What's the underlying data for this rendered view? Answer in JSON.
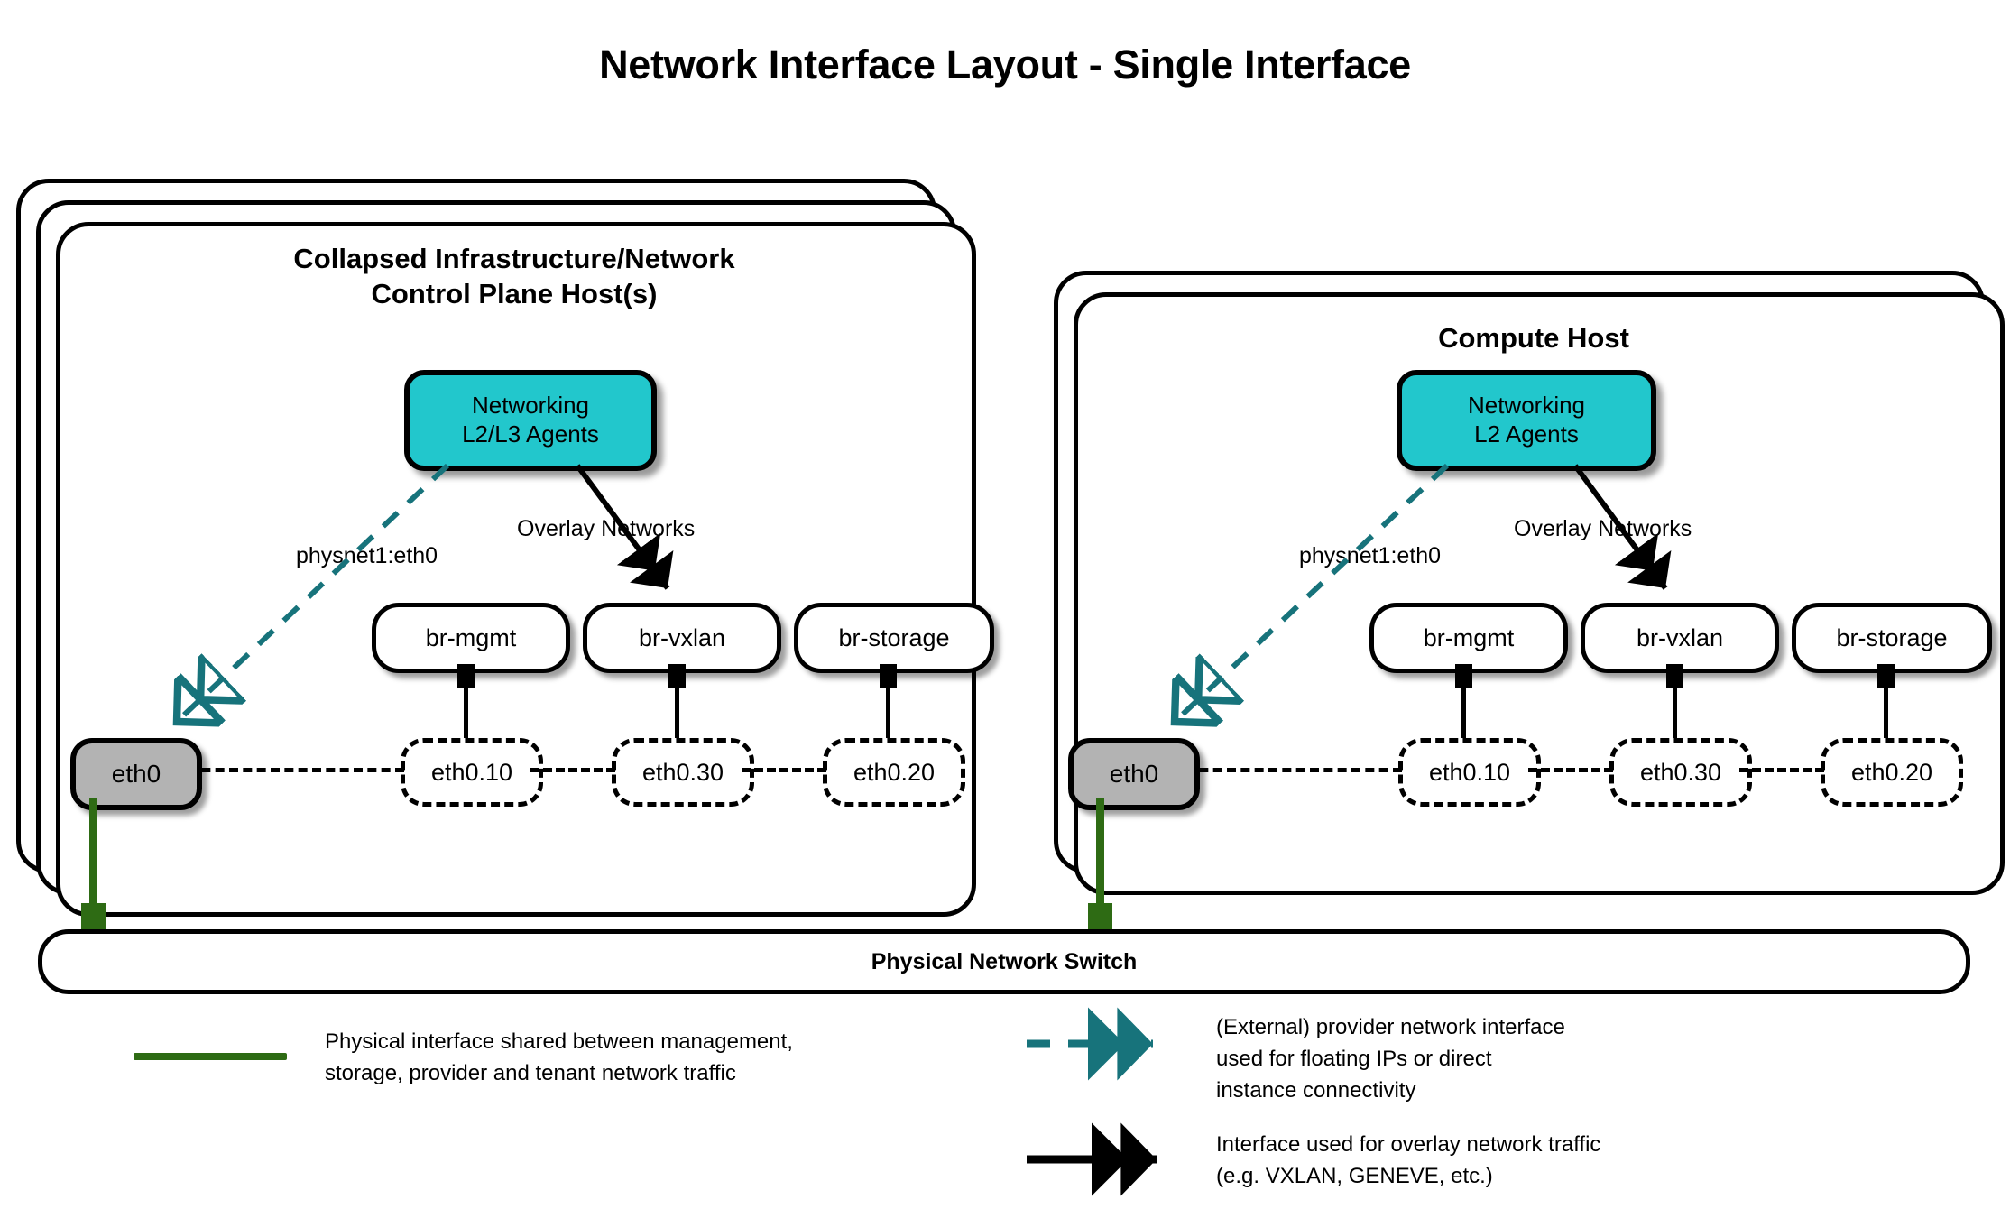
{
  "title": "Network Interface Layout - Single Interface",
  "colors": {
    "teal": "#22C7CC",
    "teal_arrow": "#17737B",
    "green": "#2E6B14",
    "nic_gray": "#B3B3B3",
    "black": "#000000",
    "white": "#FFFFFF"
  },
  "hosts": [
    {
      "id": "control-plane",
      "title_line1": "Collapsed Infrastructure/Network",
      "title_line2": "Control Plane Host(s)",
      "stack_count": 3,
      "agent": {
        "line1": "Networking",
        "line2": "L2/L3 Agents"
      },
      "edge_labels": {
        "provider": "physnet1:eth0",
        "overlay": "Overlay Networks"
      },
      "nic": "eth0",
      "bridges": [
        {
          "bridge": "br-mgmt",
          "vlan": "eth0.10"
        },
        {
          "bridge": "br-vxlan",
          "vlan": "eth0.30"
        },
        {
          "bridge": "br-storage",
          "vlan": "eth0.20"
        }
      ]
    },
    {
      "id": "compute",
      "title_line1": "Compute Host",
      "title_line2": "",
      "stack_count": 2,
      "agent": {
        "line1": "Networking",
        "line2": "L2 Agents"
      },
      "edge_labels": {
        "provider": "physnet1:eth0",
        "overlay": "Overlay Networks"
      },
      "nic": "eth0",
      "bridges": [
        {
          "bridge": "br-mgmt",
          "vlan": "eth0.10"
        },
        {
          "bridge": "br-vxlan",
          "vlan": "eth0.30"
        },
        {
          "bridge": "br-storage",
          "vlan": "eth0.20"
        }
      ]
    }
  ],
  "switch": {
    "label": "Physical Network Switch"
  },
  "legend": [
    {
      "id": "physical-interface",
      "marker": "solid-green-line",
      "text": "Physical interface shared between management,\nstorage, provider and tenant network traffic"
    },
    {
      "id": "provider-interface",
      "marker": "dashed-teal-double-arrow",
      "text": "(External) provider network interface\nused for floating IPs or direct\ninstance connectivity"
    },
    {
      "id": "overlay-interface",
      "marker": "solid-black-double-arrow",
      "text": "Interface used for overlay network traffic\n(e.g. VXLAN, GENEVE, etc.)"
    }
  ]
}
